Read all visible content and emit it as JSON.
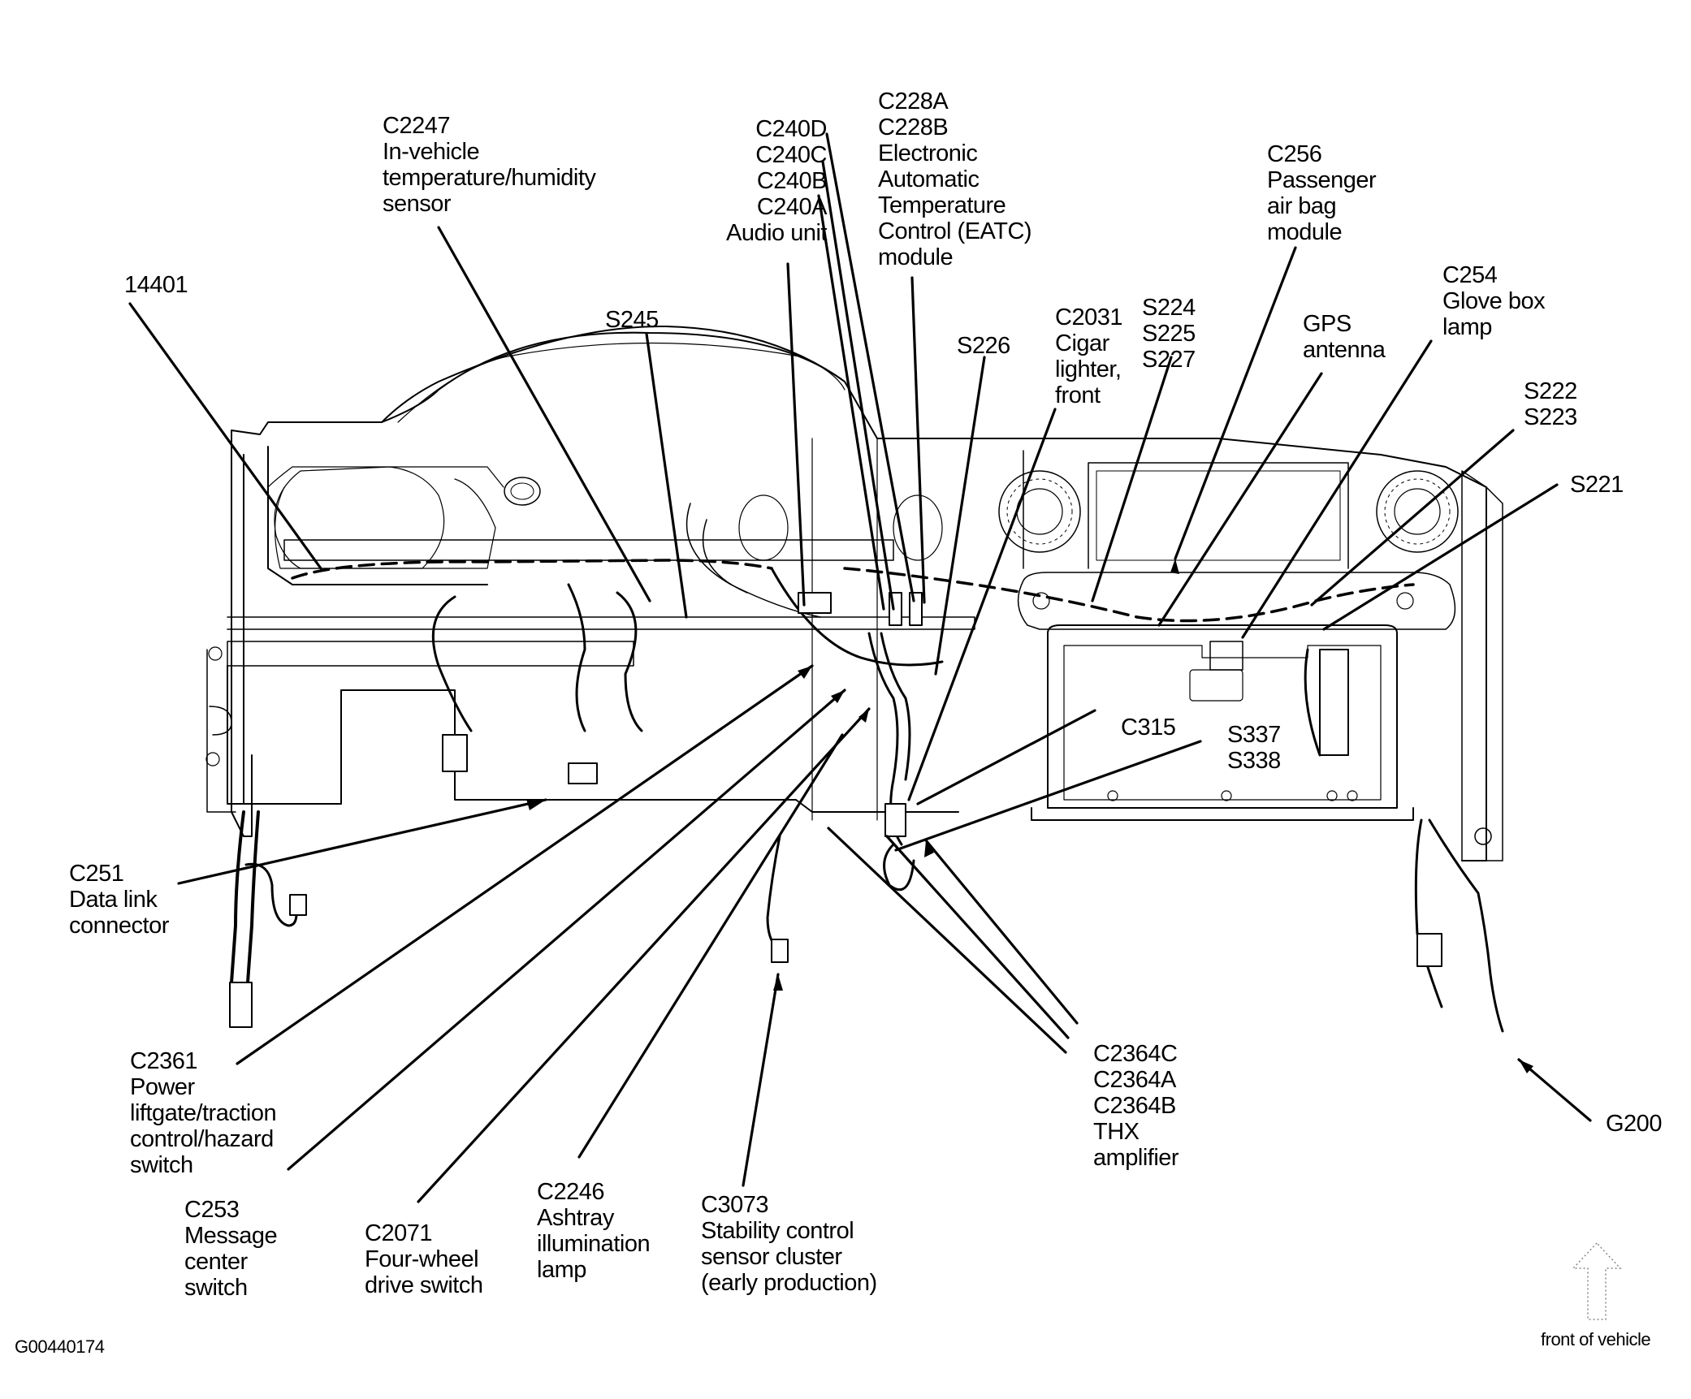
{
  "figure": {
    "id": "G00440174",
    "orientation_label": "front of vehicle",
    "orientation_icon": "up-arrow-icon"
  },
  "callouts": [
    {
      "key": "c2247",
      "lines": [
        "C2247",
        "In-vehicle",
        "temperature/humidity",
        "sensor"
      ]
    },
    {
      "key": "14401",
      "lines": [
        "14401"
      ]
    },
    {
      "key": "s245",
      "lines": [
        "S245"
      ]
    },
    {
      "key": "c240",
      "lines": [
        "C240D",
        "C240C",
        "C240B",
        "C240A",
        "Audio unit"
      ]
    },
    {
      "key": "c228",
      "lines": [
        "C228A",
        "C228B",
        "Electronic",
        "Automatic",
        "Temperature",
        "Control (EATC)",
        "module"
      ]
    },
    {
      "key": "s226",
      "lines": [
        "S226"
      ]
    },
    {
      "key": "c2031",
      "lines": [
        "C2031",
        "Cigar",
        "lighter,",
        "front"
      ]
    },
    {
      "key": "s224",
      "lines": [
        "S224",
        "S225",
        "S227"
      ]
    },
    {
      "key": "c256",
      "lines": [
        "C256",
        "Passenger",
        "air bag",
        "module"
      ]
    },
    {
      "key": "gps",
      "lines": [
        "GPS",
        "antenna"
      ]
    },
    {
      "key": "c254",
      "lines": [
        "C254",
        "Glove box",
        "lamp"
      ]
    },
    {
      "key": "s222",
      "lines": [
        "S222",
        "S223"
      ]
    },
    {
      "key": "s221",
      "lines": [
        "S221"
      ]
    },
    {
      "key": "c315",
      "lines": [
        "C315"
      ]
    },
    {
      "key": "s337",
      "lines": [
        "S337",
        "S338"
      ]
    },
    {
      "key": "c251",
      "lines": [
        "C251",
        "Data link",
        "connector"
      ]
    },
    {
      "key": "c2361",
      "lines": [
        "C2361",
        "Power",
        "liftgate/traction",
        "control/hazard",
        "switch"
      ]
    },
    {
      "key": "c253",
      "lines": [
        "C253",
        "Message",
        "center",
        "switch"
      ]
    },
    {
      "key": "c2071",
      "lines": [
        "C2071",
        "Four-wheel",
        "drive switch"
      ]
    },
    {
      "key": "c2246",
      "lines": [
        "C2246",
        "Ashtray",
        "illumination",
        "lamp"
      ]
    },
    {
      "key": "c3073",
      "lines": [
        "C3073",
        "Stability control",
        "sensor cluster",
        "(early production)"
      ]
    },
    {
      "key": "c2364",
      "lines": [
        "C2364C",
        "C2364A",
        "C2364B",
        "THX",
        "amplifier"
      ]
    },
    {
      "key": "g200",
      "lines": [
        "G200"
      ]
    }
  ]
}
